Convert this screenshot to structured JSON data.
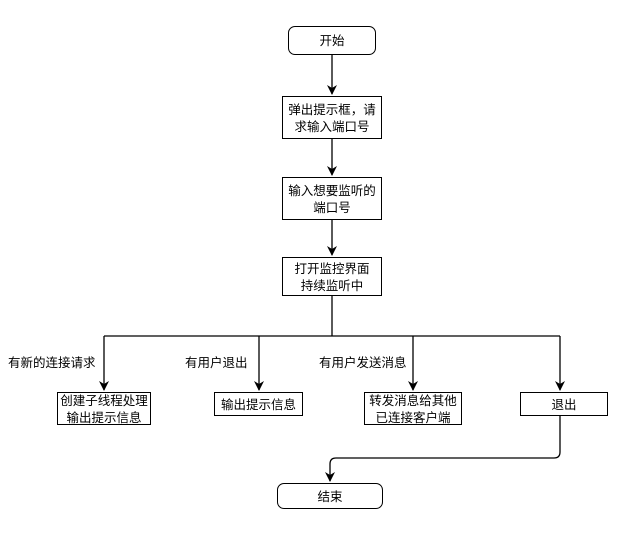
{
  "nodes": {
    "start": "开始",
    "prompt": [
      "弹出提示框，请",
      "求输入端口号"
    ],
    "input_port": [
      "输入想要监听的",
      "端口号"
    ],
    "open_ui": [
      "打开监控界面",
      "持续监听中"
    ],
    "create_thread": [
      "创建子线程处理",
      "输出提示信息"
    ],
    "output_info": "输出提示信息",
    "forward": [
      "转发消息给其他",
      "已连接客户端"
    ],
    "exit": "退出",
    "end": "结束"
  },
  "branch_labels": {
    "new_connection": "有新的连接请求",
    "user_exit": "有用户退出",
    "user_send": "有用户发送消息"
  }
}
